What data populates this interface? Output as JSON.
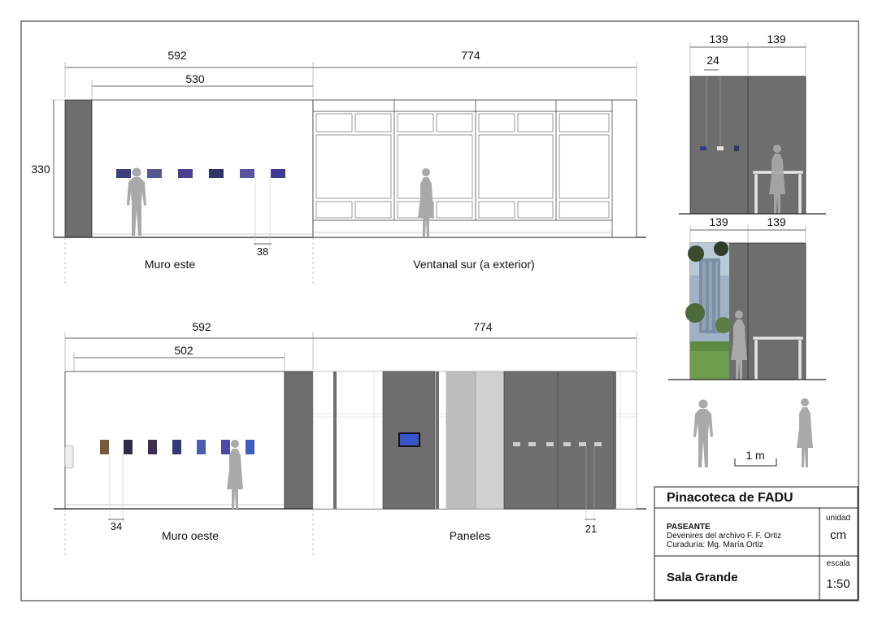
{
  "elevations": {
    "east": {
      "label": "Muro este",
      "dim_total": "592",
      "dim_inner": "530",
      "dim_height": "330",
      "dim_spacing": "38"
    },
    "south": {
      "label": "Ventanal sur (a exterior)",
      "dim_total": "774"
    },
    "west": {
      "label": "Muro oeste",
      "dim_total": "592",
      "dim_inner": "502",
      "dim_spacing": "34"
    },
    "panels": {
      "label": "Paneles",
      "dim_total": "774",
      "dim_spacing": "21"
    }
  },
  "side_views": {
    "top": {
      "dim_left": "139",
      "dim_right": "139",
      "dim_detail": "24"
    },
    "bottom": {
      "dim_left": "139",
      "dim_right": "139"
    }
  },
  "scale_bar": {
    "label": "1 m"
  },
  "title_block": {
    "institution": "Pinacoteca de FADU",
    "project_title": "PASEANTE",
    "subtitle": "Devenires del archivo F. F. Ortiz",
    "curator": "Curaduría: Mg. María Ortiz",
    "room": "Sala Grande",
    "unit_label": "unidad",
    "unit_value": "cm",
    "scale_label": "escala",
    "scale_value": "1:50"
  },
  "colors": {
    "wall_dark": "#6e6e6e",
    "panel_light": "#bdbdbd",
    "silhouette": "#a9a9a9",
    "line": "#222222"
  }
}
